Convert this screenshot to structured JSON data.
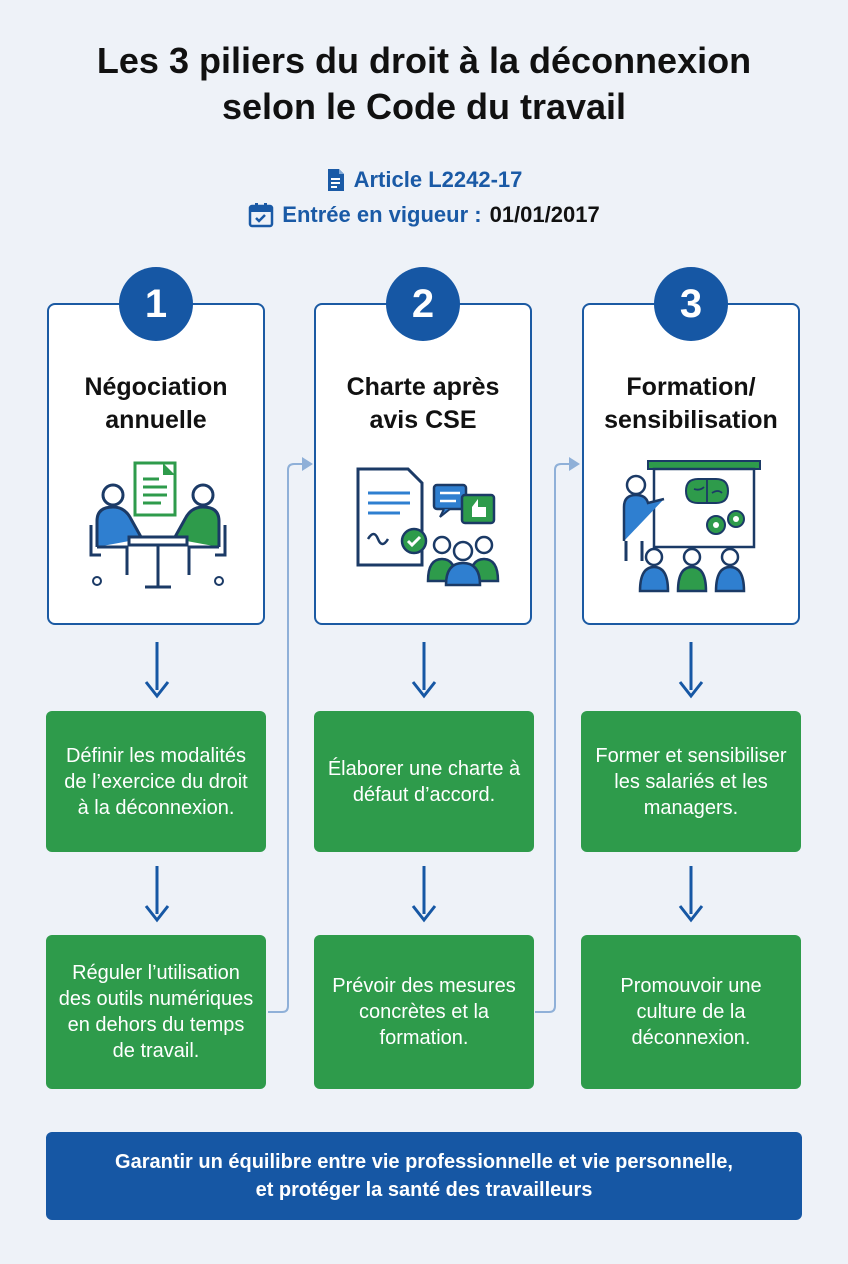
{
  "header": {
    "title_line1": "Les 3 piliers du droit à la déconnexion",
    "title_line2": "selon le Code du travail",
    "article": "Article L2242-17",
    "date_label": "Entrée en vigueur :",
    "date_value": "01/01/2017"
  },
  "pillars": [
    {
      "number": "1",
      "title_line1": "Négociation",
      "title_line2": "annuelle",
      "illustration": "meeting-icon",
      "step1": "Définir les modalités de l’exercice du droit à la déconnexion.",
      "step2": "Réguler l’utilisation des outils numériques en dehors du temps de travail."
    },
    {
      "number": "2",
      "title_line1": "Charte après",
      "title_line2": "avis CSE",
      "illustration": "charter-feedback-icon",
      "step1": "Élaborer une charte à défaut d’accord.",
      "step2": "Prévoir des mesures concrètes et la formation."
    },
    {
      "number": "3",
      "title_line1": "Formation/",
      "title_line2": "sensibilisation",
      "illustration": "training-icon",
      "step1": "Former et sensibiliser les salariés et les managers.",
      "step2": "Promouvoir une culture de la déconnexion."
    }
  ],
  "footer": {
    "line1": "Garantir un équilibre entre vie professionnelle et vie personnelle,",
    "line2": "et protéger la santé des travailleurs"
  },
  "colors": {
    "blue": "#1657a4",
    "green": "#2e9b4b",
    "background": "#eef2f8"
  }
}
